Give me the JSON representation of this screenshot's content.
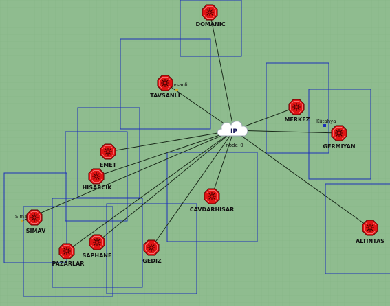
{
  "colors": {
    "background": "#8fbc8f",
    "grid": "#84b384",
    "box_stroke": "#1c2fb8",
    "link": "#1a2a1a",
    "router_fill": "#e01414",
    "router_stroke": "#5a0000"
  },
  "icons": {
    "router": "router-icon",
    "cloud": "cloud-icon",
    "small_node": "small-node-icon"
  },
  "cloud": {
    "title": "IP",
    "label": "node_0"
  },
  "routers": [
    {
      "id": "domanic",
      "label": "DOMANIC"
    },
    {
      "id": "tavsanli",
      "label": "TAVSANLI"
    },
    {
      "id": "merkez",
      "label": "MERKEZ"
    },
    {
      "id": "germiyan",
      "label": "GERMIYAN"
    },
    {
      "id": "emet",
      "label": "EMET"
    },
    {
      "id": "hisarcik",
      "label": "HISARCIK"
    },
    {
      "id": "cavdarhisar",
      "label": "CAVDARHISAR"
    },
    {
      "id": "simav",
      "label": "SIMAV"
    },
    {
      "id": "saphane",
      "label": "SAPHANE"
    },
    {
      "id": "pazarlar",
      "label": "PAZARLAR"
    },
    {
      "id": "gediz",
      "label": "GEDIZ"
    },
    {
      "id": "altintas",
      "label": "ALTINTAS"
    }
  ],
  "small_nodes": [
    {
      "id": "kutahya",
      "label": "Kütahya"
    },
    {
      "id": "tavsanli-small",
      "label": "avsanli"
    },
    {
      "id": "simav-small",
      "label": "Simav"
    }
  ]
}
